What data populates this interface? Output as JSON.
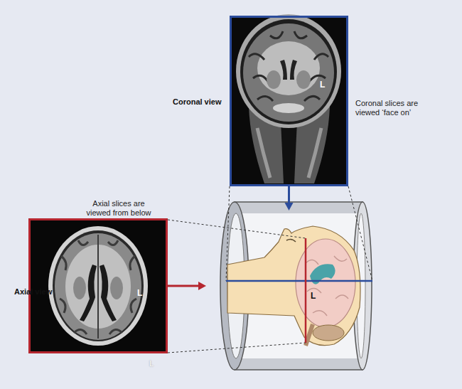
{
  "diagram": {
    "nodes": [
      {
        "text": [
          "L"
        ]
      },
      {
        "text": [
          "L"
        ]
      },
      {
        "text": [
          "L"
        ]
      }
    ],
    "edges": [
      {
        "from": 0,
        "to": 2,
        "arrow": "to"
      },
      {
        "from": 1,
        "to": 2,
        "arrow": "to"
      }
    ],
    "labels": [
      "Coronal view",
      "Coronal slices are viewed ‘face on’",
      "Axial slices are viewed from below",
      "Axial view",
      "L"
    ]
  }
}
